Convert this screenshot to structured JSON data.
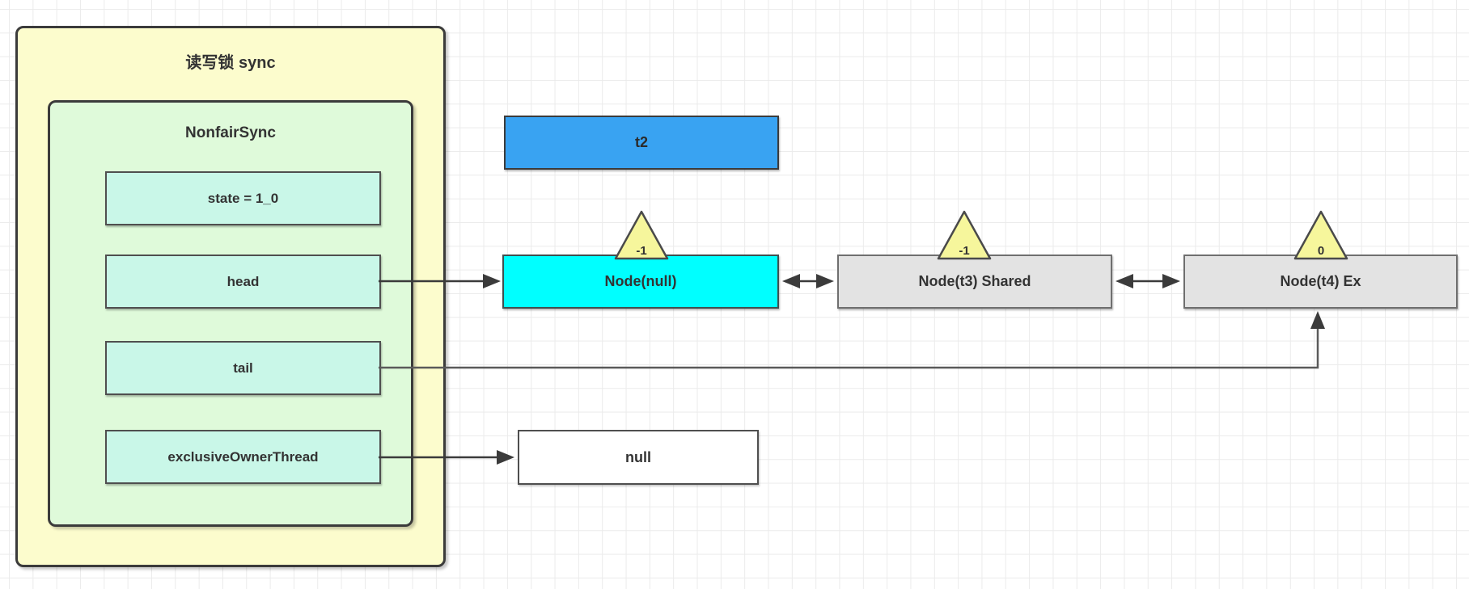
{
  "canvas": {
    "background": "#ffffff",
    "grid_color": "#ebebeb"
  },
  "sync_group": {
    "title": "读写锁 sync",
    "fill": "#fcfccd",
    "nonfair_sync": {
      "title": "NonfairSync",
      "fill": "#dffada",
      "field_fill": "#c9f7e8",
      "fields": [
        {
          "label": "state = 1_0"
        },
        {
          "label": "head"
        },
        {
          "label": "tail"
        },
        {
          "label": "exclusiveOwnerThread"
        }
      ]
    }
  },
  "thread_box": {
    "label": "t2",
    "fill": "#39a3f2"
  },
  "queue_nodes": [
    {
      "label": "Node(null)",
      "wait_status": "-1",
      "fill": "#00ffff"
    },
    {
      "label": "Node(t3) Shared",
      "wait_status": "-1",
      "fill": "#e3e3e3"
    },
    {
      "label": "Node(t4) Ex",
      "wait_status": "0",
      "fill": "#e3e3e3"
    }
  ],
  "null_box": {
    "label": "null"
  },
  "badge": {
    "fill": "#f6f69c",
    "border": "#4a4a4a"
  },
  "wire_color": {
    "pointer": "#3b3b3b",
    "tail": "#5a5a5a"
  }
}
